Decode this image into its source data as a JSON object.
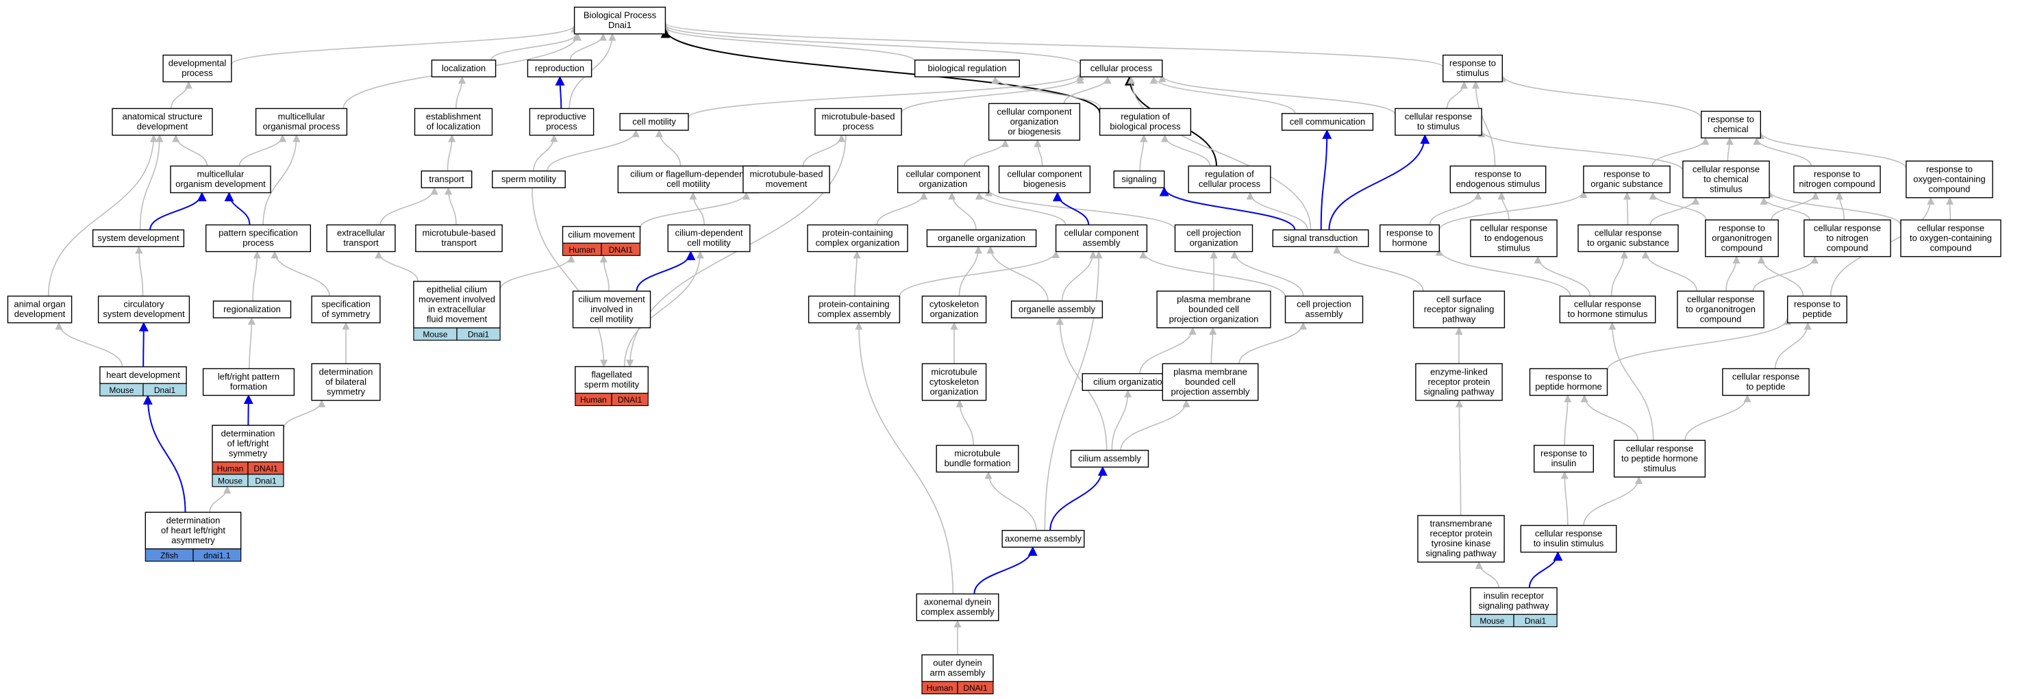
{
  "colors": {
    "Human": "#e8573f",
    "Mouse": "#add8e6",
    "Zfish": "#5b8fe0",
    "edge_gray": "#bdbdbd",
    "edge_blue": "#0000ee",
    "edge_black": "#000000"
  },
  "nodes": [
    {
      "id": "root",
      "lines": [
        "Biological Process",
        "Dnai1"
      ]
    },
    {
      "id": "devproc",
      "lines": [
        "developmental",
        "process"
      ]
    },
    {
      "id": "localization",
      "lines": [
        "localization"
      ]
    },
    {
      "id": "reproduction",
      "lines": [
        "reproduction"
      ]
    },
    {
      "id": "bioreg",
      "lines": [
        "biological regulation"
      ]
    },
    {
      "id": "cellproc",
      "lines": [
        "cellular process"
      ]
    },
    {
      "id": "respstim",
      "lines": [
        "response to",
        "stimulus"
      ]
    },
    {
      "id": "anatdev",
      "lines": [
        "anatomical structure",
        "development"
      ]
    },
    {
      "id": "multiorgproc",
      "lines": [
        "multicellular",
        "organismal process"
      ]
    },
    {
      "id": "estloc",
      "lines": [
        "establishment",
        "of localization"
      ]
    },
    {
      "id": "reprodproc",
      "lines": [
        "reproductive",
        "process"
      ]
    },
    {
      "id": "cellmotility",
      "lines": [
        "cell motility"
      ]
    },
    {
      "id": "mtbasedproc",
      "lines": [
        "microtubule-based",
        "process"
      ]
    },
    {
      "id": "ccob",
      "lines": [
        "cellular component",
        "organization",
        "or biogenesis"
      ]
    },
    {
      "id": "regbioproc",
      "lines": [
        "regulation of",
        "biological process"
      ]
    },
    {
      "id": "cellcomm",
      "lines": [
        "cell communication"
      ]
    },
    {
      "id": "cellrespstim",
      "lines": [
        "cellular response",
        "to stimulus"
      ]
    },
    {
      "id": "respchem",
      "lines": [
        "response to",
        "chemical"
      ]
    },
    {
      "id": "multidev",
      "lines": [
        "multicellular",
        "organism development"
      ]
    },
    {
      "id": "transport",
      "lines": [
        "transport"
      ]
    },
    {
      "id": "spermmot",
      "lines": [
        "sperm motility"
      ]
    },
    {
      "id": "ciliumflag",
      "lines": [
        "cilium or flagellum-dependent",
        "cell motility"
      ]
    },
    {
      "id": "mtbasedmov",
      "lines": [
        "microtubule-based",
        "movement"
      ]
    },
    {
      "id": "ccorg",
      "lines": [
        "cellular component",
        "organization"
      ]
    },
    {
      "id": "ccbio",
      "lines": [
        "cellular component",
        "biogenesis"
      ]
    },
    {
      "id": "signaling",
      "lines": [
        "signaling"
      ]
    },
    {
      "id": "regcellproc",
      "lines": [
        "regulation of",
        "cellular process"
      ]
    },
    {
      "id": "respendo",
      "lines": [
        "response to",
        "endogenous stimulus"
      ]
    },
    {
      "id": "resporg",
      "lines": [
        "response to",
        "organic substance"
      ]
    },
    {
      "id": "cellrespchem",
      "lines": [
        "cellular response",
        "to chemical",
        "stimulus"
      ]
    },
    {
      "id": "respnitro",
      "lines": [
        "response to",
        "nitrogen compound"
      ]
    },
    {
      "id": "respoxy",
      "lines": [
        "response to",
        "oxygen-containing",
        "compound"
      ]
    },
    {
      "id": "sysdev",
      "lines": [
        "system development"
      ]
    },
    {
      "id": "patspec",
      "lines": [
        "pattern specification",
        "process"
      ]
    },
    {
      "id": "extratrans",
      "lines": [
        "extracellular",
        "transport"
      ]
    },
    {
      "id": "mttrans",
      "lines": [
        "microtubule-based",
        "transport"
      ]
    },
    {
      "id": "ciliummov",
      "lines": [
        "cilium movement"
      ],
      "tags": [
        [
          "Human",
          "DNAI1"
        ]
      ]
    },
    {
      "id": "ciliumdep",
      "lines": [
        "cilium-dependent",
        "cell motility"
      ]
    },
    {
      "id": "pccorg",
      "lines": [
        "protein-containing",
        "complex organization"
      ]
    },
    {
      "id": "organorg",
      "lines": [
        "organelle organization"
      ]
    },
    {
      "id": "ccassembly",
      "lines": [
        "cellular component",
        "assembly"
      ]
    },
    {
      "id": "cellprojorg",
      "lines": [
        "cell projection",
        "organization"
      ]
    },
    {
      "id": "sigtrans",
      "lines": [
        "signal transduction"
      ]
    },
    {
      "id": "resphorm",
      "lines": [
        "response to",
        "hormone"
      ]
    },
    {
      "id": "cellrespendo",
      "lines": [
        "cellular response",
        "to endogenous",
        "stimulus"
      ]
    },
    {
      "id": "cellresporg",
      "lines": [
        "cellular response",
        "to organic substance"
      ]
    },
    {
      "id": "resporgnit",
      "lines": [
        "response to",
        "organonitrogen",
        "compound"
      ]
    },
    {
      "id": "cellrespnit",
      "lines": [
        "cellular response",
        "to nitrogen",
        "compound"
      ]
    },
    {
      "id": "cellrespoxy",
      "lines": [
        "cellular response",
        "to oxygen-containing",
        "compound"
      ]
    },
    {
      "id": "animorgdev",
      "lines": [
        "animal organ",
        "development"
      ]
    },
    {
      "id": "circdev",
      "lines": [
        "circulatory",
        "system development"
      ]
    },
    {
      "id": "regionalization",
      "lines": [
        "regionalization"
      ]
    },
    {
      "id": "specsym",
      "lines": [
        "specification",
        "of symmetry"
      ]
    },
    {
      "id": "epicilium",
      "lines": [
        "epithelial cilium",
        "movement involved",
        "in extracellular",
        "fluid movement"
      ],
      "tags": [
        [
          "Mouse",
          "Dnai1"
        ]
      ]
    },
    {
      "id": "cilmovcellmot",
      "lines": [
        "cilium movement",
        "involved in",
        "cell motility"
      ]
    },
    {
      "id": "pccassembly",
      "lines": [
        "protein-containing",
        "complex assembly"
      ]
    },
    {
      "id": "cytoorg",
      "lines": [
        "cytoskeleton",
        "organization"
      ]
    },
    {
      "id": "organassembly",
      "lines": [
        "organelle assembly"
      ]
    },
    {
      "id": "pmbcpo",
      "lines": [
        "plasma membrane",
        "bounded cell",
        "projection organization"
      ]
    },
    {
      "id": "cellprojassembly",
      "lines": [
        "cell projection",
        "assembly"
      ]
    },
    {
      "id": "csrsp",
      "lines": [
        "cell surface",
        "receptor signaling",
        "pathway"
      ]
    },
    {
      "id": "cellresphorm",
      "lines": [
        "cellular response",
        "to hormone stimulus"
      ]
    },
    {
      "id": "cellresporgnit",
      "lines": [
        "cellular response",
        "to organonitrogen",
        "compound"
      ]
    },
    {
      "id": "resppep",
      "lines": [
        "response to",
        "peptide"
      ]
    },
    {
      "id": "heartdev",
      "lines": [
        "heart development"
      ],
      "tags": [
        [
          "Mouse",
          "Dnai1"
        ]
      ]
    },
    {
      "id": "lrpattern",
      "lines": [
        "left/right pattern",
        "formation"
      ]
    },
    {
      "id": "detbilat",
      "lines": [
        "determination",
        "of bilateral",
        "symmetry"
      ]
    },
    {
      "id": "flagsperm",
      "lines": [
        "flagellated",
        "sperm motility"
      ],
      "tags": [
        [
          "Human",
          "DNAI1"
        ]
      ]
    },
    {
      "id": "mtcyto",
      "lines": [
        "microtubule",
        "cytoskeleton",
        "organization"
      ]
    },
    {
      "id": "cilorg",
      "lines": [
        "cilium organization"
      ]
    },
    {
      "id": "pmbcpa",
      "lines": [
        "plasma membrane",
        "bounded cell",
        "projection assembly"
      ]
    },
    {
      "id": "enzlink",
      "lines": [
        "enzyme-linked",
        "receptor protein",
        "signaling pathway"
      ]
    },
    {
      "id": "resppephorm",
      "lines": [
        "response to",
        "peptide hormone"
      ]
    },
    {
      "id": "cellresppep",
      "lines": [
        "cellular response",
        "to peptide"
      ]
    },
    {
      "id": "detlr",
      "lines": [
        "determination",
        "of left/right",
        "symmetry"
      ],
      "tags": [
        [
          "Human",
          "DNAI1"
        ],
        [
          "Mouse",
          "Dnai1"
        ]
      ]
    },
    {
      "id": "mtbundle",
      "lines": [
        "microtubule",
        "bundle formation"
      ]
    },
    {
      "id": "cilassembly",
      "lines": [
        "cilium assembly"
      ]
    },
    {
      "id": "respins",
      "lines": [
        "response to",
        "insulin"
      ]
    },
    {
      "id": "cellresppephorm",
      "lines": [
        "cellular response",
        "to peptide hormone",
        "stimulus"
      ]
    },
    {
      "id": "axoassembly",
      "lines": [
        "axoneme assembly"
      ]
    },
    {
      "id": "detheart",
      "lines": [
        "determination",
        "of heart left/right",
        "asymmetry"
      ],
      "tags": [
        [
          "Zfish",
          "dnai1.1"
        ]
      ]
    },
    {
      "id": "tmrtk",
      "lines": [
        "transmembrane",
        "receptor protein",
        "tyrosine kinase",
        "signaling pathway"
      ]
    },
    {
      "id": "cellrespins",
      "lines": [
        "cellular response",
        "to insulin stimulus"
      ]
    },
    {
      "id": "insrsp",
      "lines": [
        "insulin receptor",
        "signaling pathway"
      ],
      "tags": [
        [
          "Mouse",
          "Dnai1"
        ]
      ]
    },
    {
      "id": "axodynein",
      "lines": [
        "axonemal dynein",
        "complex assembly"
      ]
    },
    {
      "id": "outerdynein",
      "lines": [
        "outer dynein",
        "arm assembly"
      ],
      "tags": [
        [
          "Human",
          "DNAI1"
        ]
      ]
    }
  ],
  "edges": [
    [
      "devproc",
      "root",
      "gray"
    ],
    [
      "localization",
      "root",
      "gray"
    ],
    [
      "reproduction",
      "root",
      "gray"
    ],
    [
      "bioreg",
      "root",
      "gray"
    ],
    [
      "cellproc",
      "root",
      "gray"
    ],
    [
      "respstim",
      "root",
      "gray"
    ],
    [
      "regbioproc",
      "root",
      "black"
    ],
    [
      "multiorgproc",
      "root",
      "gray"
    ],
    [
      "reprodproc",
      "root",
      "gray"
    ],
    [
      "anatdev",
      "devproc",
      "gray"
    ],
    [
      "estloc",
      "localization",
      "gray"
    ],
    [
      "reprodproc",
      "reproduction",
      "blue"
    ],
    [
      "regbioproc",
      "bioreg",
      "gray"
    ],
    [
      "cellmotility",
      "cellproc",
      "gray"
    ],
    [
      "mtbasedproc",
      "cellproc",
      "gray"
    ],
    [
      "ccob",
      "cellproc",
      "gray"
    ],
    [
      "cellcomm",
      "cellproc",
      "gray"
    ],
    [
      "cellrespstim",
      "cellproc",
      "gray"
    ],
    [
      "regcellproc",
      "cellproc",
      "black"
    ],
    [
      "sigtrans",
      "cellproc",
      "gray"
    ],
    [
      "cellrespstim",
      "respstim",
      "gray"
    ],
    [
      "respchem",
      "respstim",
      "gray"
    ],
    [
      "respendo",
      "respstim",
      "gray"
    ],
    [
      "multidev",
      "anatdev",
      "gray"
    ],
    [
      "sysdev",
      "anatdev",
      "gray"
    ],
    [
      "animorgdev",
      "anatdev",
      "gray"
    ],
    [
      "multidev",
      "multiorgproc",
      "gray"
    ],
    [
      "patspec",
      "multiorgproc",
      "gray"
    ],
    [
      "transport",
      "estloc",
      "gray"
    ],
    [
      "spermmot",
      "reprodproc",
      "gray"
    ],
    [
      "spermmot",
      "cellmotility",
      "gray"
    ],
    [
      "ciliumflag",
      "cellmotility",
      "gray"
    ],
    [
      "mtbasedmov",
      "mtbasedproc",
      "gray"
    ],
    [
      "ccorg",
      "ccob",
      "gray"
    ],
    [
      "ccbio",
      "ccob",
      "gray"
    ],
    [
      "signaling",
      "regbioproc",
      "gray"
    ],
    [
      "regcellproc",
      "regbioproc",
      "gray"
    ],
    [
      "sigtrans",
      "cellcomm",
      "blue"
    ],
    [
      "sigtrans",
      "cellrespstim",
      "blue"
    ],
    [
      "cellrespchem",
      "cellrespstim",
      "gray"
    ],
    [
      "resporg",
      "respchem",
      "gray"
    ],
    [
      "cellrespchem",
      "respchem",
      "gray"
    ],
    [
      "respnitro",
      "respchem",
      "gray"
    ],
    [
      "respoxy",
      "respchem",
      "gray"
    ],
    [
      "sysdev",
      "multidev",
      "blue"
    ],
    [
      "patspec",
      "multidev",
      "blue"
    ],
    [
      "extratrans",
      "transport",
      "gray"
    ],
    [
      "mttrans",
      "transport",
      "gray"
    ],
    [
      "ciliumdep",
      "ciliumflag",
      "gray"
    ],
    [
      "ciliummov",
      "mtbasedmov",
      "gray"
    ],
    [
      "ccassembly",
      "ccorg",
      "gray"
    ],
    [
      "organorg",
      "ccorg",
      "gray"
    ],
    [
      "pccorg",
      "ccorg",
      "gray"
    ],
    [
      "cellprojorg",
      "ccorg",
      "gray"
    ],
    [
      "ccassembly",
      "ccbio",
      "blue"
    ],
    [
      "sigtrans",
      "signaling",
      "blue"
    ],
    [
      "sigtrans",
      "regcellproc",
      "gray"
    ],
    [
      "resphorm",
      "respendo",
      "gray"
    ],
    [
      "cellrespendo",
      "respendo",
      "gray"
    ],
    [
      "resphorm",
      "resporg",
      "gray"
    ],
    [
      "cellresporg",
      "resporg",
      "gray"
    ],
    [
      "resporgnit",
      "resporg",
      "gray"
    ],
    [
      "cellresporg",
      "cellrespchem",
      "gray"
    ],
    [
      "cellrespnit",
      "cellrespchem",
      "gray"
    ],
    [
      "cellrespoxy",
      "cellrespchem",
      "gray"
    ],
    [
      "resporgnit",
      "respnitro",
      "gray"
    ],
    [
      "cellrespnit",
      "respnitro",
      "gray"
    ],
    [
      "cellrespoxy",
      "respoxy",
      "gray"
    ],
    [
      "resppep",
      "respoxy",
      "gray"
    ],
    [
      "circdev",
      "sysdev",
      "gray"
    ],
    [
      "regionalization",
      "patspec",
      "gray"
    ],
    [
      "specsym",
      "patspec",
      "gray"
    ],
    [
      "epicilium",
      "extratrans",
      "gray"
    ],
    [
      "epicilium",
      "ciliummov",
      "gray"
    ],
    [
      "cilmovcellmot",
      "ciliummov",
      "gray"
    ],
    [
      "cilmovcellmot",
      "ciliumdep",
      "blue"
    ],
    [
      "flagsperm",
      "ciliumdep",
      "gray"
    ],
    [
      "pccassembly",
      "pccorg",
      "gray"
    ],
    [
      "pccassembly",
      "ccassembly",
      "gray"
    ],
    [
      "cytoorg",
      "organorg",
      "gray"
    ],
    [
      "organassembly",
      "organorg",
      "gray"
    ],
    [
      "organassembly",
      "ccassembly",
      "gray"
    ],
    [
      "cellprojassembly",
      "ccassembly",
      "gray"
    ],
    [
      "pmbcpo",
      "cellprojorg",
      "gray"
    ],
    [
      "cellprojassembly",
      "cellprojorg",
      "gray"
    ],
    [
      "csrsp",
      "sigtrans",
      "gray"
    ],
    [
      "cellresphorm",
      "resphorm",
      "gray"
    ],
    [
      "cellresphorm",
      "cellrespendo",
      "gray"
    ],
    [
      "cellresphorm",
      "cellresporg",
      "gray"
    ],
    [
      "cellresporgnit",
      "cellresporg",
      "gray"
    ],
    [
      "cellresporgnit",
      "resporgnit",
      "gray"
    ],
    [
      "cellresporgnit",
      "cellrespnit",
      "gray"
    ],
    [
      "resppep",
      "resporgnit",
      "gray"
    ],
    [
      "heartdev",
      "animorgdev",
      "gray"
    ],
    [
      "heartdev",
      "circdev",
      "blue"
    ],
    [
      "lrpattern",
      "regionalization",
      "gray"
    ],
    [
      "detbilat",
      "specsym",
      "gray"
    ],
    [
      "mtcyto",
      "cytoorg",
      "gray"
    ],
    [
      "cilorg",
      "pmbcpo",
      "gray"
    ],
    [
      "pmbcpa",
      "pmbcpo",
      "gray"
    ],
    [
      "pmbcpa",
      "cellprojassembly",
      "gray"
    ],
    [
      "enzlink",
      "csrsp",
      "gray"
    ],
    [
      "resppephorm",
      "resppep",
      "gray"
    ],
    [
      "cellresppep",
      "resppep",
      "gray"
    ],
    [
      "detlr",
      "lrpattern",
      "blue"
    ],
    [
      "detlr",
      "detbilat",
      "gray"
    ],
    [
      "mtbundle",
      "mtcyto",
      "gray"
    ],
    [
      "cilassembly",
      "cilorg",
      "gray"
    ],
    [
      "cilassembly",
      "pmbcpa",
      "gray"
    ],
    [
      "cilassembly",
      "organassembly",
      "gray"
    ],
    [
      "respins",
      "resppephorm",
      "gray"
    ],
    [
      "cellresppephorm",
      "resppephorm",
      "gray"
    ],
    [
      "cellresppephorm",
      "cellresppep",
      "gray"
    ],
    [
      "cellresppephorm",
      "cellresphorm",
      "gray"
    ],
    [
      "axoassembly",
      "mtbundle",
      "gray"
    ],
    [
      "axoassembly",
      "cilassembly",
      "blue"
    ],
    [
      "axoassembly",
      "ccassembly",
      "gray"
    ],
    [
      "detheart",
      "heartdev",
      "blue"
    ],
    [
      "detheart",
      "detlr",
      "gray"
    ],
    [
      "tmrtk",
      "enzlink",
      "gray"
    ],
    [
      "cellrespins",
      "respins",
      "gray"
    ],
    [
      "cellrespins",
      "cellresppephorm",
      "gray"
    ],
    [
      "insrsp",
      "tmrtk",
      "gray"
    ],
    [
      "insrsp",
      "cellrespins",
      "blue"
    ],
    [
      "axodynein",
      "axoassembly",
      "blue"
    ],
    [
      "axodynein",
      "pccassembly",
      "gray"
    ],
    [
      "outerdynein",
      "axodynein",
      "gray"
    ],
    [
      "spermmot",
      "flagsperm",
      "gray"
    ],
    [
      "mtbasedproc",
      "flagsperm",
      "gray"
    ]
  ]
}
